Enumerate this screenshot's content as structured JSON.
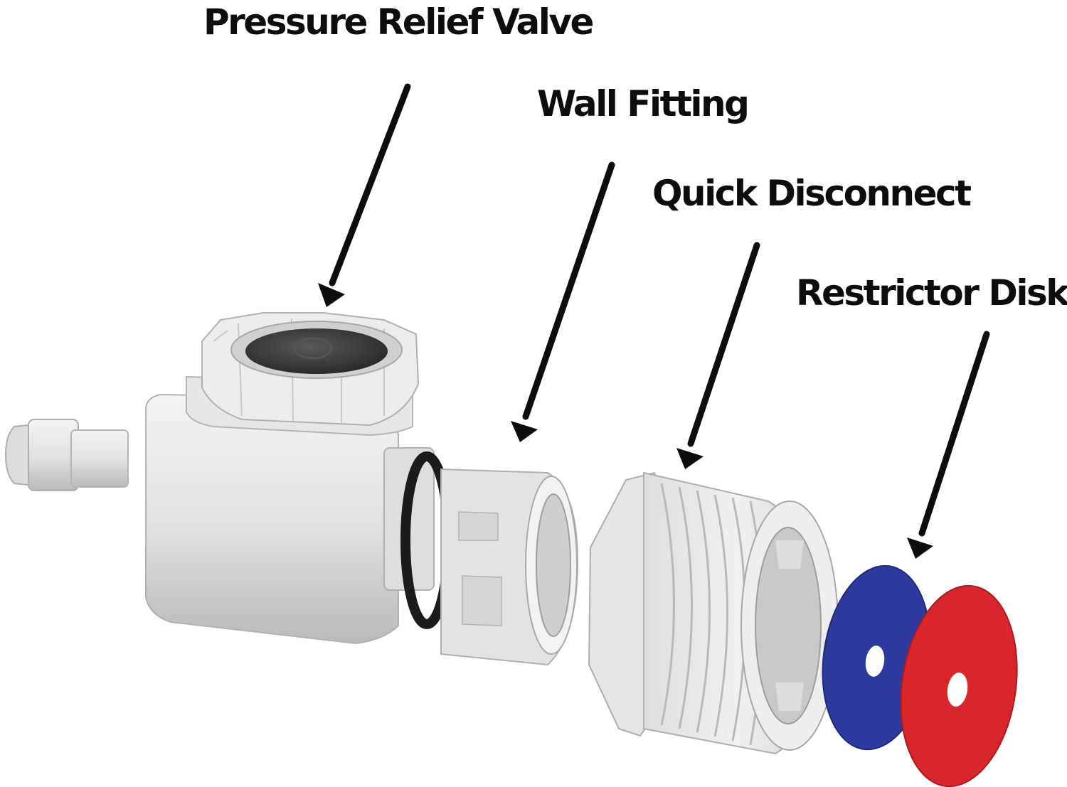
{
  "labels": {
    "pressure_relief_valve": "Pressure Relief Valve",
    "wall_fitting": "Wall Fitting",
    "quick_disconnect": "Quick Disconnect",
    "restrictor_disk": "Restrictor Disk"
  },
  "colors": {
    "text": "#0d0d0d",
    "plastic": "#e4e4e4",
    "plastic_shadow": "#bdbdbd",
    "oring": "#1c1c1c",
    "valve_cap": "#3a3a3a",
    "disk_blue": "#2e3a9e",
    "disk_red": "#d9262b"
  },
  "icons": [
    "arrow-icon"
  ]
}
